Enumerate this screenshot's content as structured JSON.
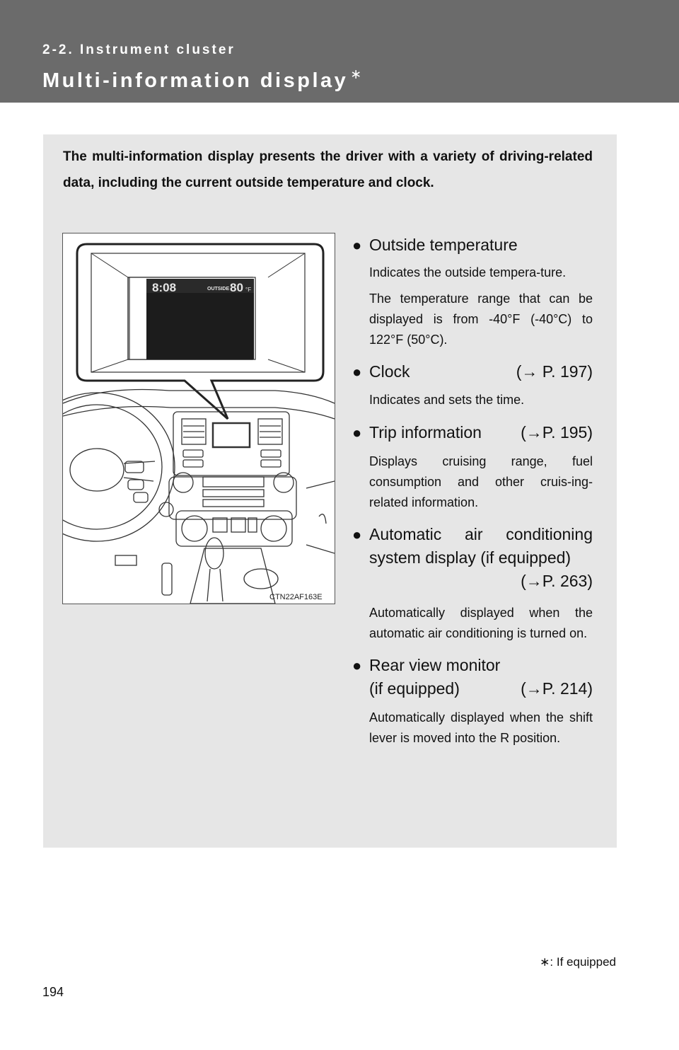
{
  "header": {
    "section": "2-2. Instrument cluster",
    "title": "Multi-information display",
    "title_mark": "∗"
  },
  "intro": "The multi-information display presents the driver with a variety of driving-related data, including the current outside temperature and clock.",
  "illustration": {
    "clock_text": "8:08",
    "outside_label": "OUTSIDE",
    "temp_value": "80",
    "temp_unit": "°F",
    "code": "CTN22AF163E"
  },
  "items": [
    {
      "bullet": "●",
      "title": "Outside temperature",
      "desc": [
        "Indicates the outside tempera-ture.",
        "The temperature range that can be displayed is from -40°F (-40°C) to 122°F (50°C)."
      ]
    },
    {
      "bullet": "●",
      "title": "Clock",
      "ref": "(→ P. 197)",
      "desc": [
        "Indicates and sets the time."
      ]
    },
    {
      "bullet": "●",
      "title": "Trip information",
      "ref": "(→P. 195)",
      "desc": [
        "Displays cruising range, fuel consumption and other cruis-ing-related information."
      ]
    },
    {
      "bullet": "●",
      "title": "Automatic air conditioning system display (if equipped)",
      "ref": "(→P. 263)",
      "desc": [
        "Automatically displayed when the automatic air conditioning is turned on."
      ]
    },
    {
      "bullet": "●",
      "title_line1": "Rear view monitor",
      "title_line2": "(if equipped)",
      "ref": "(→P. 214)",
      "desc": [
        "Automatically displayed when the shift lever is moved into the R position."
      ]
    }
  ],
  "footnote": "∗: If equipped",
  "page_number": "194"
}
